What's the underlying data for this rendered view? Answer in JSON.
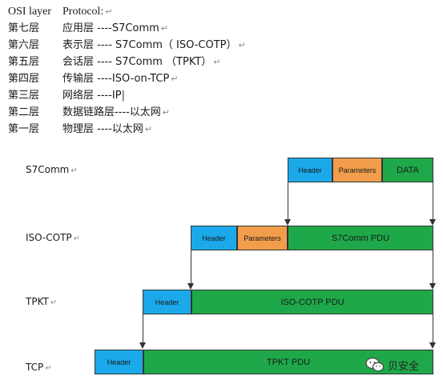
{
  "osi": {
    "header": {
      "col1": "OSI layer",
      "col2": "Protocol:"
    },
    "rows": [
      {
        "layer": "第七层",
        "text": "应用层 ----S7Comm"
      },
      {
        "layer": "第六层",
        "text": "表示层 ---- S7Comm（ ISO-COTP）"
      },
      {
        "layer": "第五层",
        "text": "会话层 ---- S7Comm （TPKT）"
      },
      {
        "layer": "第四层",
        "text": "传输层 ----ISO-on-TCP"
      },
      {
        "layer": "第三层",
        "text": "网络层 ----IP"
      },
      {
        "layer": "第二层",
        "text": "数据链路层----以太网"
      },
      {
        "layer": "第一层",
        "text": "物理层 ----以太网"
      }
    ],
    "return_mark": "↵"
  },
  "diagram": {
    "rows": [
      {
        "label": "S7Comm",
        "blocks": [
          "Header",
          "Parameters",
          "DATA"
        ]
      },
      {
        "label": "ISO-COTP",
        "blocks": [
          "Header",
          "Parameters",
          "S7Comm PDU"
        ]
      },
      {
        "label": "TPKT",
        "blocks": [
          "Header",
          "ISO-COTP PDU"
        ]
      },
      {
        "label": "TCP",
        "blocks": [
          "Header",
          "TPKT PDU"
        ]
      }
    ],
    "colors": {
      "header": "#1ba9ea",
      "parameters": "#f29d4c",
      "payload": "#1ea84a"
    }
  },
  "watermark": {
    "text": "贝安全",
    "icon": "wechat-icon"
  }
}
